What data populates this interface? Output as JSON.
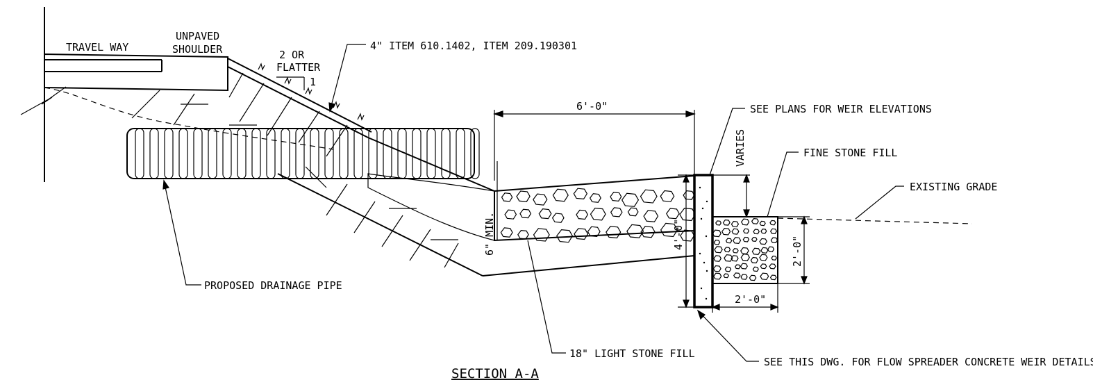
{
  "labels": {
    "travel_way": "TRAVEL WAY",
    "unpaved_1": "UNPAVED",
    "unpaved_2": "SHOULDER",
    "slope_top": "2 OR",
    "slope_mid": "FLATTER",
    "slope_one": "1",
    "item_callout": "4\" ITEM 610.1402, ITEM 209.190301",
    "weir_elev": "SEE PLANS FOR WEIR ELEVATIONS",
    "fine_stone": "FINE STONE FILL",
    "existing_grade": "EXISTING GRADE",
    "drain_pipe": "PROPOSED DRAINAGE PIPE",
    "light_stone": "18\" LIGHT STONE FILL",
    "weir_details": "SEE THIS DWG. FOR FLOW SPREADER CONCRETE WEIR DETAILS",
    "title": "SECTION A-A"
  },
  "dimensions": {
    "width_6ft": "6'-0\"",
    "varies": "VARIES",
    "min_6in": "6\" MIN.",
    "height_4ft": "4'-0\"",
    "height_2ft": "2'-0\"",
    "width_2ft": "2'-0\""
  }
}
